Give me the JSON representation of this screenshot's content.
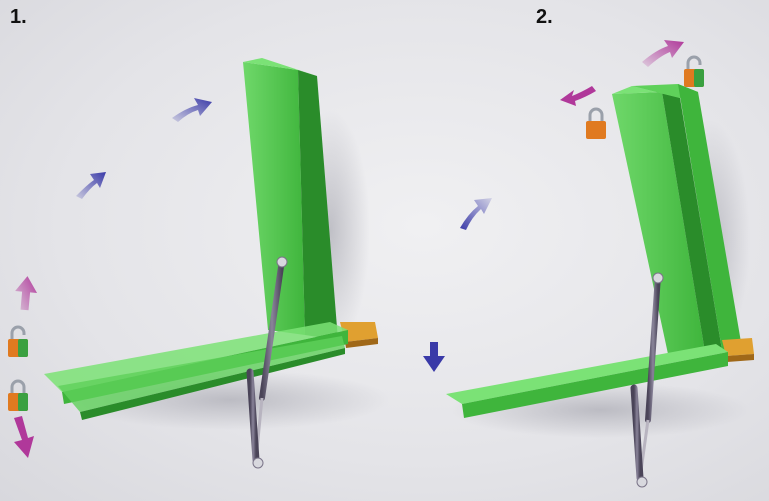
{
  "steps": [
    {
      "label": "1."
    },
    {
      "label": "2."
    }
  ],
  "colors": {
    "board_light": "#5fd15a",
    "board_mid": "#3fb53c",
    "board_dark": "#2a8c2a",
    "hinge_block": "#e0a030",
    "arrow_blue": "#3a3aa8",
    "arrow_magenta": "#b0389a",
    "strut": "#6a6478",
    "lock_body": "#e07a20",
    "lock_green": "#3aa040",
    "lock_shackle": "#9aa0aa"
  },
  "icons": {
    "arrow": "curved-arrow",
    "lock_open": "padlock-open",
    "lock_closed": "padlock-closed"
  }
}
